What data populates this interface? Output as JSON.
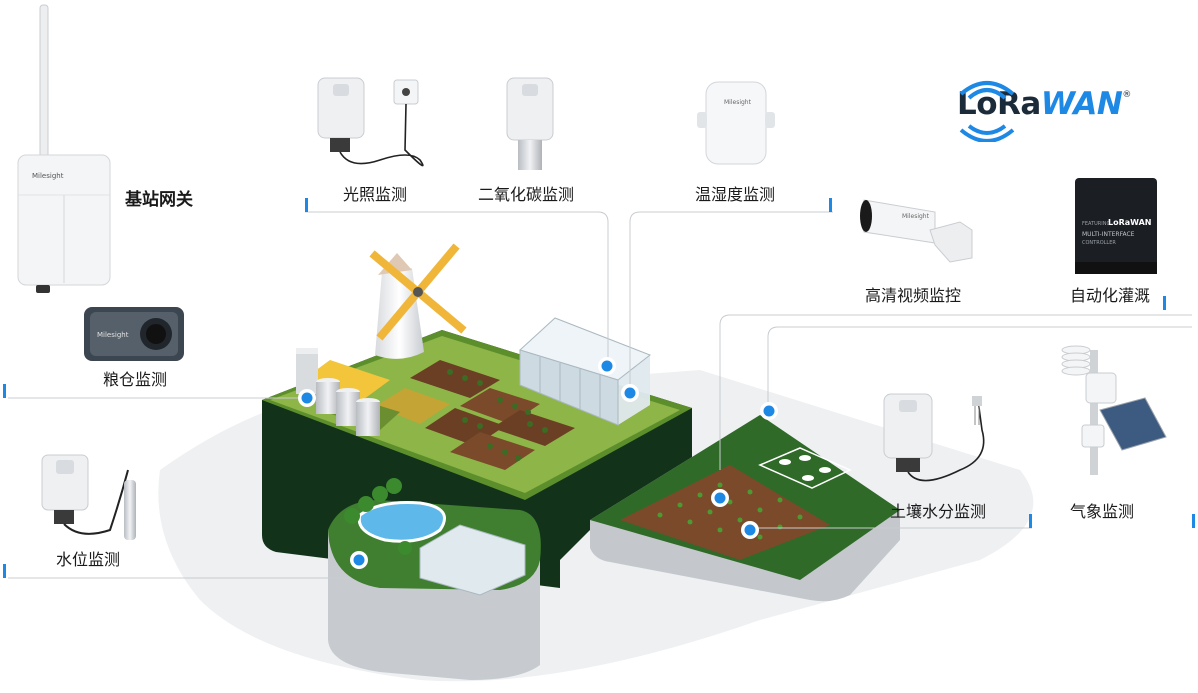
{
  "devices": {
    "gateway": {
      "label": "基站网关",
      "icon": "gateway-icon"
    },
    "grain": {
      "label": "粮仓监测",
      "icon": "grain-sensor-icon"
    },
    "water_level": {
      "label": "水位监测",
      "icon": "water-level-sensor-icon"
    },
    "light": {
      "label": "光照监测",
      "icon": "light-sensor-icon"
    },
    "co2": {
      "label": "二氧化碳监测",
      "icon": "co2-sensor-icon"
    },
    "temp_humidity": {
      "label": "温湿度监测",
      "icon": "temp-humidity-sensor-icon"
    },
    "camera": {
      "label": "高清视频监控",
      "icon": "camera-icon"
    },
    "irrigation": {
      "label": "自动化灌溉",
      "icon": "controller-icon"
    },
    "soil": {
      "label": "土壤水分监测",
      "icon": "soil-sensor-icon"
    },
    "weather": {
      "label": "气象监测",
      "icon": "weather-station-icon"
    }
  },
  "brand": {
    "lora": "LoRa",
    "wan": "WAN",
    "reg": "®"
  },
  "device_text": {
    "milesight": "Milesight",
    "featuring": "FEATURING",
    "lorawan": "LoRaWAN",
    "multi": "MULTI-INTERFACE",
    "controller": "CONTROLLER"
  },
  "colors": {
    "accent": "#1e88e5",
    "grass": "#3f7f2f",
    "dark_green": "#1f4a1c",
    "device_gray": "#e8ecef"
  }
}
